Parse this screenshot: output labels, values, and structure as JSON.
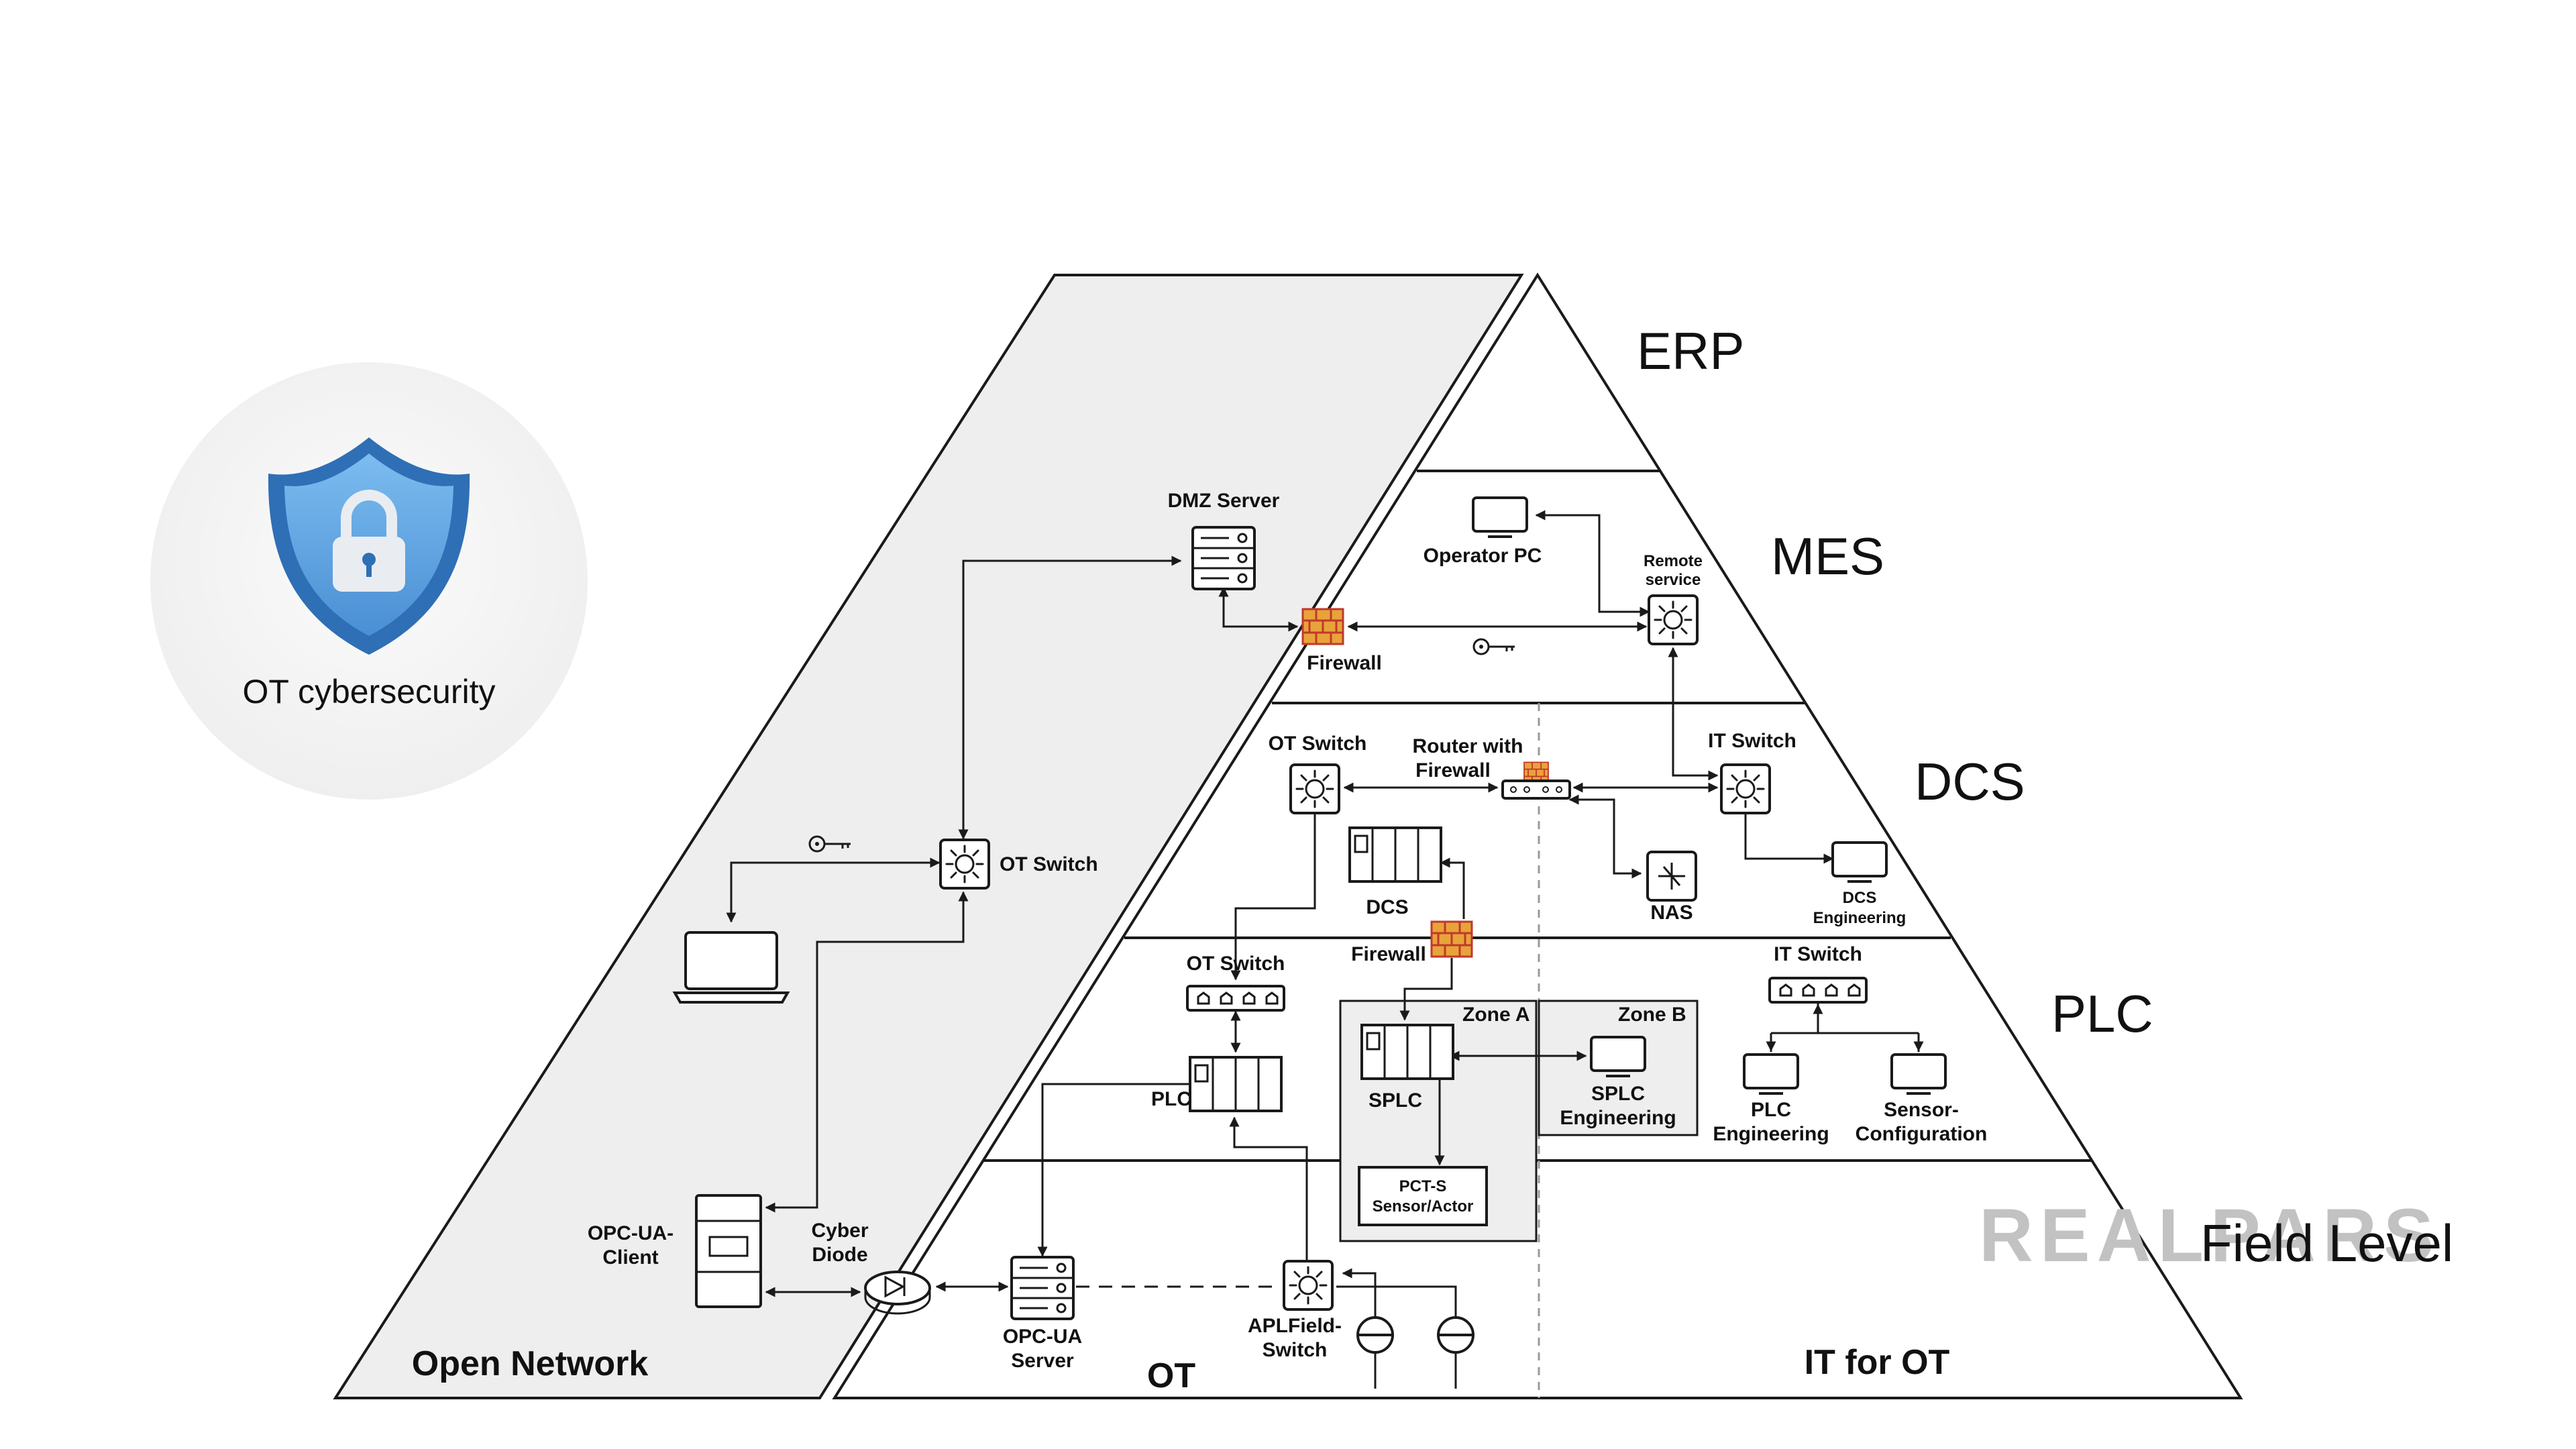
{
  "badge": {
    "label": "OT cybersecurity",
    "icon": "shield-lock-icon"
  },
  "levels": [
    {
      "id": "erp",
      "label": "ERP"
    },
    {
      "id": "mes",
      "label": "MES"
    },
    {
      "id": "dcs",
      "label": "DCS"
    },
    {
      "id": "plc",
      "label": "PLC"
    },
    {
      "id": "field",
      "label": "Field Level"
    }
  ],
  "regions": {
    "open_network": "Open Network",
    "ot": "OT",
    "it_for_ot": "IT for OT"
  },
  "watermark": "REALPARS",
  "devices": {
    "dmz_server": "DMZ Server",
    "firewall_mes": "Firewall",
    "operator_pc": "Operator PC",
    "remote_service_line1": "Remote",
    "remote_service_line2": "service",
    "ot_switch_open": "OT Switch",
    "ot_switch_dcs": "OT Switch",
    "router_line1": "Router with",
    "router_line2": "Firewall",
    "it_switch_dcs": "IT Switch",
    "dcs": "DCS",
    "nas": "NAS",
    "dcs_eng_line1": "DCS",
    "dcs_eng_line2": "Engineering",
    "firewall_dcs": "Firewall",
    "ot_switch_plc": "OT Switch",
    "it_switch_plc": "IT Switch",
    "zone_a": "Zone A",
    "zone_b": "Zone B",
    "plc": "PLC",
    "splc": "SPLC",
    "splc_eng_line1": "SPLC",
    "splc_eng_line2": "Engineering",
    "plc_eng_line1": "PLC",
    "plc_eng_line2": "Engineering",
    "sensor_cfg_line1": "Sensor-",
    "sensor_cfg_line2": "Configuration",
    "pcts_line1": "PCT-S",
    "pcts_line2": "Sensor/Actor",
    "opc_client_line1": "OPC-UA-",
    "opc_client_line2": "Client",
    "cyber_diode_line1": "Cyber",
    "cyber_diode_line2": "Diode",
    "opc_server_line1": "OPC-UA",
    "opc_server_line2": "Server",
    "apl_switch_line1": "APLField-",
    "apl_switch_line2": "Switch"
  },
  "colors": {
    "firewall_brick": "#e8a33a",
    "firewall_mortar": "#c0392b",
    "shield_outer": "#2f6fb5",
    "shield_inner": "#6fb0e8"
  }
}
